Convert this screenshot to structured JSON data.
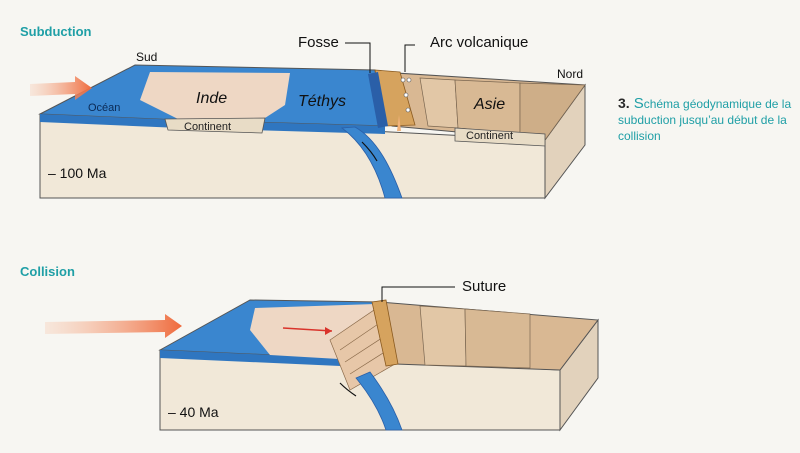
{
  "sections": {
    "subduction_title": "Subduction",
    "collision_title": "Collision"
  },
  "block1": {
    "labels": {
      "sud": "Sud",
      "nord": "Nord",
      "fosse": "Fosse",
      "arc": "Arc volcanique",
      "ocean": "Océan",
      "inde": "Inde",
      "tethys": "Téthys",
      "asie": "Asie",
      "continent_left": "Continent",
      "continent_right": "Continent"
    },
    "age": "– 100 Ma"
  },
  "block2": {
    "labels": {
      "suture": "Suture"
    },
    "age": "– 40 Ma"
  },
  "caption": {
    "number": "3.",
    "first_letter": "S",
    "rest": "chéma géodynamique de la subduction jusqu’au début de la collision"
  },
  "colors": {
    "ocean": "#3a86cf",
    "crust_cut": "#f1e8d8",
    "continent_top": "#d9b893",
    "accent_teal": "#1f9fa6",
    "arrow": "#f07a4a"
  }
}
